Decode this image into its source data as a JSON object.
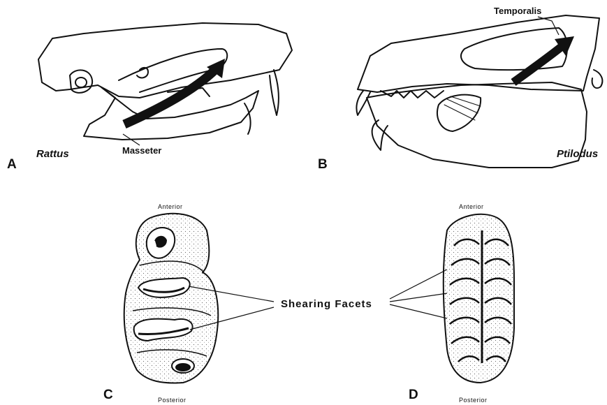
{
  "panels": {
    "a": {
      "letter": "A",
      "genus": "Rattus",
      "muscle": "Masseter"
    },
    "b": {
      "letter": "B",
      "genus": "Ptilodus",
      "muscle": "Temporalis"
    },
    "c": {
      "letter": "C",
      "anterior": "Anterior",
      "posterior": "Posterior"
    },
    "d": {
      "letter": "D",
      "anterior": "Anterior",
      "posterior": "Posterior"
    }
  },
  "shared_label": "Shearing Facets"
}
